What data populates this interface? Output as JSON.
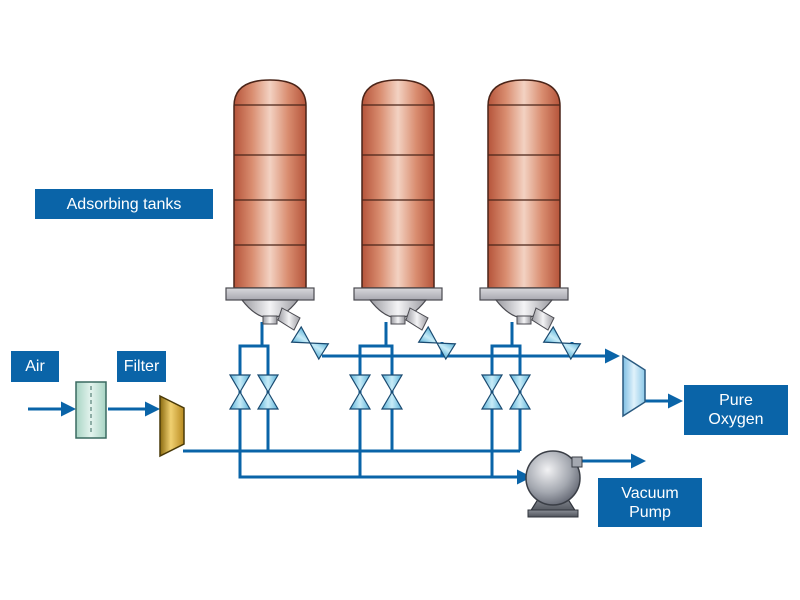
{
  "labels": {
    "adsorbing_tanks": "Adsorbing tanks",
    "air": "Air",
    "filter": "Filter",
    "pure_oxygen_line1": "Pure",
    "pure_oxygen_line2": "Oxygen",
    "vacuum_pump_line1": "Vacuum",
    "vacuum_pump_line2": "Pump"
  },
  "colors": {
    "pipe": "#0a64a8",
    "label_bg": "#0a64a8",
    "label_text": "#ffffff",
    "tank_copper": "#c8735a",
    "valve": "#8ccde6",
    "filter": "#c8e6dc",
    "compressor": "#d4a830",
    "separator": "#a8d4ee",
    "pump": "#9aa0a8"
  },
  "components": {
    "tank_count": 3,
    "valve_icon": "butterfly-valve",
    "compressor_icon": "compressor",
    "pump_icon": "vacuum-pump",
    "filter_icon": "filter"
  }
}
